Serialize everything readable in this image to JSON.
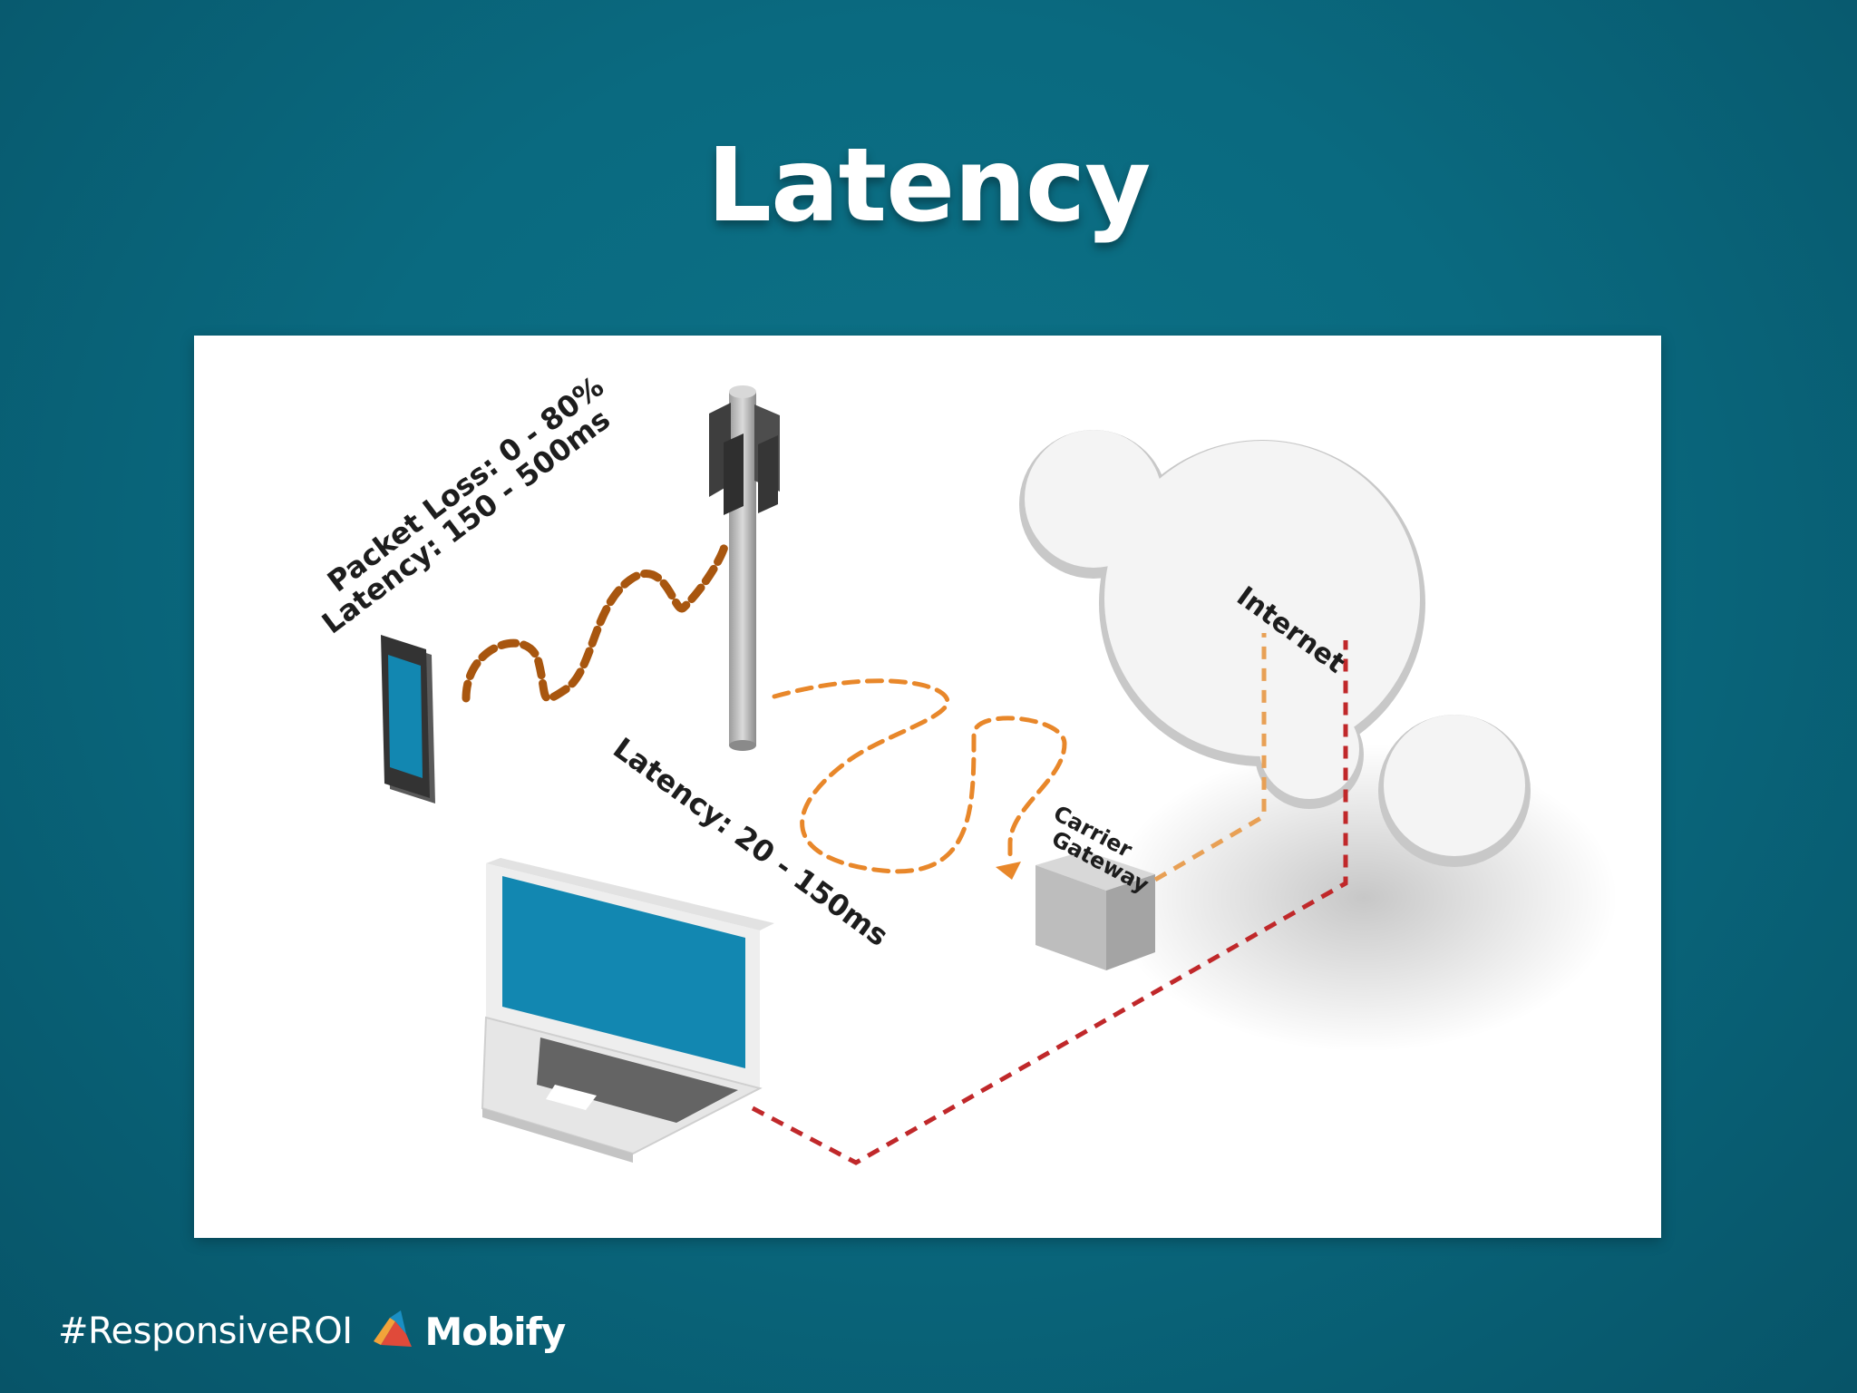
{
  "slide": {
    "title": "Latency"
  },
  "diagram": {
    "wireless_label_line1": "Packet Loss: 0 - 80%",
    "wireless_label_line2": "Latency: 150 - 500ms",
    "backhaul_label": "Latency: 20 - 150ms",
    "gateway_label_line1": "Carrier",
    "gateway_label_line2": "Gateway",
    "cloud_label": "Internet",
    "colors": {
      "wireless_path": "#a8560f",
      "carrier_path": "#e8872a",
      "wired_path": "#c0282a",
      "screen": "#1287b1"
    }
  },
  "footer": {
    "hashtag": "#ResponsiveROI",
    "logo_text": "Mobify"
  }
}
